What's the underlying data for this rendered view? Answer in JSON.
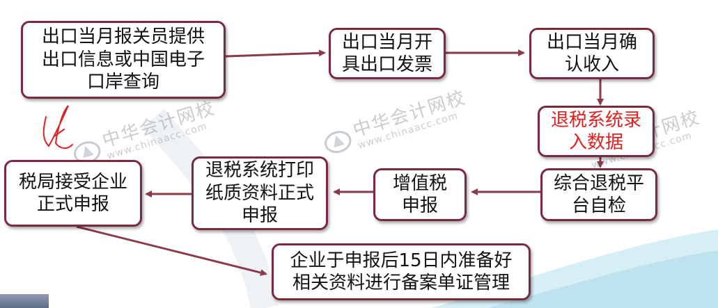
{
  "nodes": {
    "n1": [
      "出口当月报关员提供",
      "出口信息或中国电子",
      "口岸查询"
    ],
    "n2": [
      "出口当月开",
      "具出口发票"
    ],
    "n3": [
      "出口当月确",
      "认收入"
    ],
    "n4": [
      "退税系统录",
      "入数据"
    ],
    "n5": [
      "综合退税平",
      "台自检"
    ],
    "n6": [
      "增值税",
      "申报"
    ],
    "n7": [
      "退税系统打印",
      "纸质资料正式",
      "申报"
    ],
    "n8": [
      "税局接受企业",
      "正式申报"
    ],
    "n9": [
      "企业于申报后15日内准备好",
      "相关资料进行备案单证管理"
    ]
  },
  "watermark": {
    "brand": "中华会计网校",
    "url": "www.chinaacc.com"
  },
  "colors": {
    "border": "#7a2a3c",
    "arrow": "#8b3a4a",
    "highlight_text": "#e0201c",
    "check_mark": "#e02020",
    "wave": "#a8d8e8"
  }
}
